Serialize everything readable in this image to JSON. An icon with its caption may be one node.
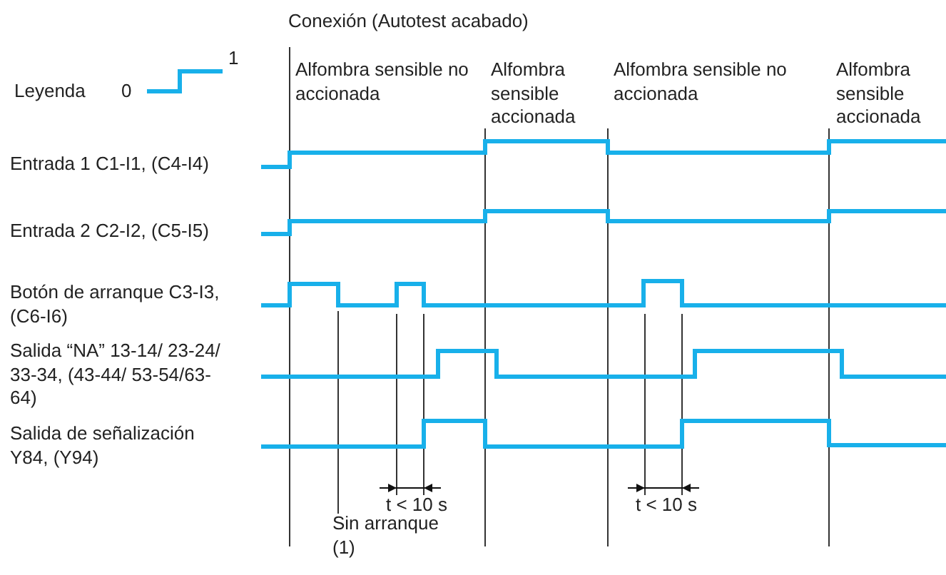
{
  "diagram": {
    "labels": [
      "Conexión (Autotest acabado)",
      "Leyenda",
      "0",
      "1",
      "Alfombra sensible no accionada",
      "Alfombra sensible accionada",
      "Alfombra sensible no accionada",
      "Alfombra sensible accionada",
      "Entrada 1 C1-I1, (C4-I4)",
      "Entrada 2 C2-I2, (C5-I5)",
      "Botón de arranque C3-I3, (C6-I6)",
      "Salida “NA” 13-14/ 23-24/ 33-34, (43-44/ 53-54/63-64)",
      "Salida de señalización Y84, (Y94)",
      "t < 10 s",
      "t < 10 s",
      "Sin arranque (1)"
    ]
  }
}
